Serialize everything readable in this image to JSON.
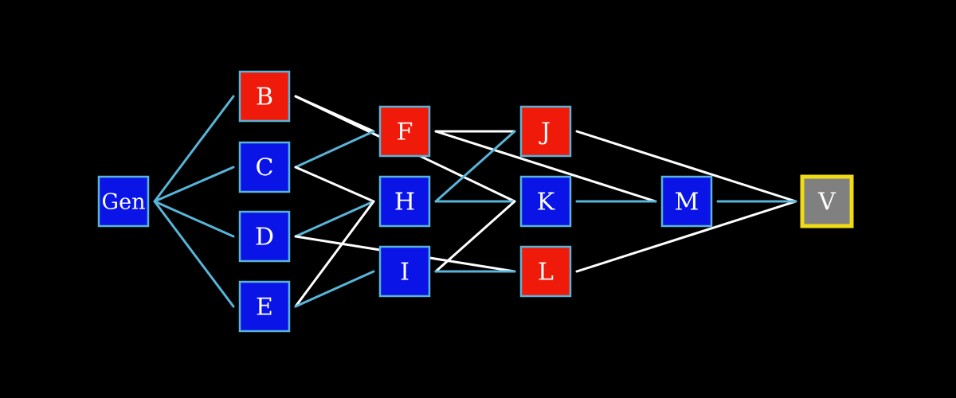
{
  "colors": {
    "background": "#000000",
    "blue_node": "#0a14e6",
    "red_node": "#f01a0a",
    "gray_node": "#808080",
    "node_border": "#58b4d8",
    "target_border": "#f0dc14",
    "edge_blue": "#58b4d8",
    "edge_white": "#ffffff"
  },
  "nodes": [
    {
      "id": "Gen",
      "label": "Gen",
      "type": "blue"
    },
    {
      "id": "B",
      "label": "B",
      "type": "red"
    },
    {
      "id": "C",
      "label": "C",
      "type": "blue"
    },
    {
      "id": "D",
      "label": "D",
      "type": "blue"
    },
    {
      "id": "E",
      "label": "E",
      "type": "blue"
    },
    {
      "id": "F",
      "label": "F",
      "type": "red"
    },
    {
      "id": "H",
      "label": "H",
      "type": "blue"
    },
    {
      "id": "I",
      "label": "I",
      "type": "blue"
    },
    {
      "id": "J",
      "label": "J",
      "type": "red"
    },
    {
      "id": "K",
      "label": "K",
      "type": "blue"
    },
    {
      "id": "L",
      "label": "L",
      "type": "red"
    },
    {
      "id": "M",
      "label": "M",
      "type": "blue"
    },
    {
      "id": "V",
      "label": "V",
      "type": "gray"
    }
  ],
  "edges": [
    {
      "from": "Gen",
      "to": "B",
      "color": "blue"
    },
    {
      "from": "Gen",
      "to": "C",
      "color": "blue"
    },
    {
      "from": "Gen",
      "to": "D",
      "color": "blue"
    },
    {
      "from": "Gen",
      "to": "E",
      "color": "blue"
    },
    {
      "from": "B",
      "to": "F",
      "color": "white"
    },
    {
      "from": "B",
      "to": "K",
      "color": "white"
    },
    {
      "from": "C",
      "to": "F",
      "color": "blue"
    },
    {
      "from": "C",
      "to": "H",
      "color": "white"
    },
    {
      "from": "D",
      "to": "H",
      "color": "blue"
    },
    {
      "from": "D",
      "to": "L",
      "color": "white"
    },
    {
      "from": "E",
      "to": "H",
      "color": "white"
    },
    {
      "from": "E",
      "to": "I",
      "color": "blue"
    },
    {
      "from": "F",
      "to": "J",
      "color": "white"
    },
    {
      "from": "F",
      "to": "M",
      "color": "white"
    },
    {
      "from": "H",
      "to": "J",
      "color": "blue"
    },
    {
      "from": "H",
      "to": "K",
      "color": "blue"
    },
    {
      "from": "I",
      "to": "K",
      "color": "white"
    },
    {
      "from": "I",
      "to": "L",
      "color": "blue"
    },
    {
      "from": "J",
      "to": "V",
      "color": "white"
    },
    {
      "from": "K",
      "to": "M",
      "color": "blue"
    },
    {
      "from": "L",
      "to": "V",
      "color": "white"
    },
    {
      "from": "M",
      "to": "V",
      "color": "blue"
    }
  ]
}
